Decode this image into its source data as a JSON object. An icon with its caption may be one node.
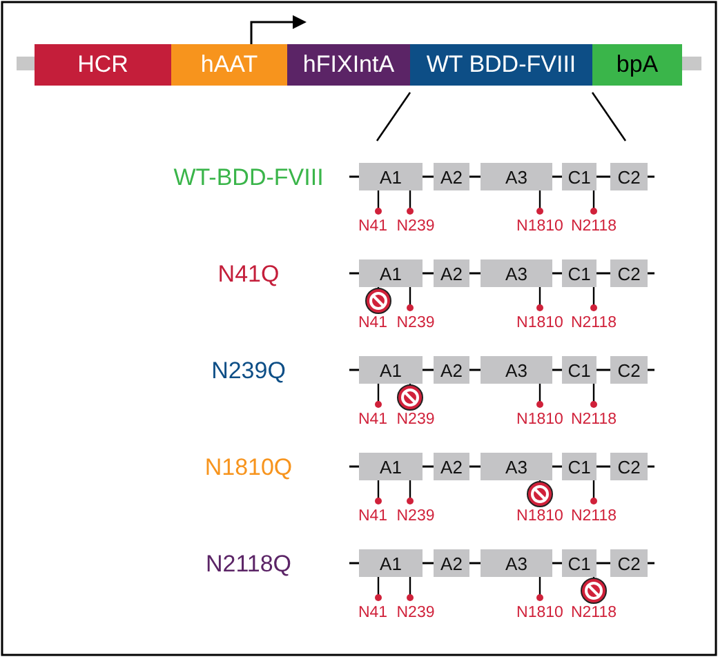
{
  "diagram": {
    "nodes": [
      {
        "text": [
          "HCR"
        ]
      },
      {
        "text": [
          "hAAT"
        ]
      },
      {
        "text": [
          "hFIXIntA"
        ]
      },
      {
        "text": [
          "WT BDD-FVIII"
        ]
      },
      {
        "text": [
          "bpA"
        ]
      },
      {
        "text": [
          "A1"
        ],
        "beside": [
          "N41",
          "N239"
        ]
      },
      {
        "text": [
          "A2"
        ]
      },
      {
        "text": [
          "A3"
        ],
        "beside": [
          "N1810"
        ]
      },
      {
        "text": [
          "C1"
        ],
        "beside": [
          "N2118"
        ]
      },
      {
        "text": [
          "C2"
        ]
      },
      {
        "text": [
          "A1"
        ],
        "beside": [
          "N41",
          "N239"
        ]
      },
      {
        "text": [
          "A2"
        ]
      },
      {
        "text": [
          "A3"
        ],
        "beside": [
          "N1810"
        ]
      },
      {
        "text": [
          "C1"
        ],
        "beside": [
          "N2118"
        ]
      },
      {
        "text": [
          "C2"
        ]
      },
      {
        "text": [
          "A1"
        ],
        "beside": [
          "N41",
          "N239"
        ]
      },
      {
        "text": [
          "A2"
        ]
      },
      {
        "text": [
          "A3"
        ],
        "beside": [
          "N1810"
        ]
      },
      {
        "text": [
          "C1"
        ],
        "beside": [
          "N2118"
        ]
      },
      {
        "text": [
          "C2"
        ]
      },
      {
        "text": [
          "A1"
        ],
        "beside": [
          "N41",
          "N239"
        ]
      },
      {
        "text": [
          "A2"
        ]
      },
      {
        "text": [
          "A3"
        ],
        "beside": [
          "N1810"
        ]
      },
      {
        "text": [
          "C1"
        ],
        "beside": [
          "N2118"
        ]
      },
      {
        "text": [
          "C2"
        ]
      },
      {
        "text": [
          "A1"
        ],
        "beside": [
          "N41",
          "N239"
        ]
      },
      {
        "text": [
          "A2"
        ]
      },
      {
        "text": [
          "A3"
        ],
        "beside": [
          "N1810"
        ]
      },
      {
        "text": [
          "C1"
        ],
        "beside": [
          "N2118"
        ]
      },
      {
        "text": [
          "C2"
        ]
      }
    ],
    "edges": [
      {
        "from": null,
        "to": 5,
        "arrow": "none"
      },
      {
        "from": 5,
        "to": 6,
        "arrow": "none"
      },
      {
        "from": 6,
        "to": 7,
        "arrow": "none"
      },
      {
        "from": 7,
        "to": 8,
        "arrow": "none"
      },
      {
        "from": 8,
        "to": 9,
        "arrow": "none"
      },
      {
        "from": 9,
        "to": null,
        "arrow": "none"
      },
      {
        "from": null,
        "to": 10,
        "arrow": "none"
      },
      {
        "from": 10,
        "to": 11,
        "arrow": "none"
      },
      {
        "from": 11,
        "to": 12,
        "arrow": "none"
      },
      {
        "from": 12,
        "to": 13,
        "arrow": "none"
      },
      {
        "from": 13,
        "to": 14,
        "arrow": "none"
      },
      {
        "from": 14,
        "to": null,
        "arrow": "none"
      },
      {
        "from": null,
        "to": 15,
        "arrow": "none"
      },
      {
        "from": 15,
        "to": 16,
        "arrow": "none"
      },
      {
        "from": 16,
        "to": 17,
        "arrow": "none"
      },
      {
        "from": 17,
        "to": 18,
        "arrow": "none"
      },
      {
        "from": 18,
        "to": 19,
        "arrow": "none"
      },
      {
        "from": 19,
        "to": null,
        "arrow": "none"
      },
      {
        "from": null,
        "to": 20,
        "arrow": "none"
      },
      {
        "from": 20,
        "to": 21,
        "arrow": "none"
      },
      {
        "from": 21,
        "to": 22,
        "arrow": "none"
      },
      {
        "from": 22,
        "to": 23,
        "arrow": "none"
      },
      {
        "from": 23,
        "to": 24,
        "arrow": "none"
      },
      {
        "from": 24,
        "to": null,
        "arrow": "none"
      },
      {
        "from": null,
        "to": 25,
        "arrow": "none"
      },
      {
        "from": 25,
        "to": 26,
        "arrow": "none"
      },
      {
        "from": 26,
        "to": 27,
        "arrow": "none"
      },
      {
        "from": 27,
        "to": 28,
        "arrow": "none"
      },
      {
        "from": 28,
        "to": 29,
        "arrow": "none"
      },
      {
        "from": 29,
        "to": null,
        "arrow": "none"
      }
    ],
    "labels": [
      "WT-BDD-FVIII",
      "N41Q",
      "N239Q",
      "N1810Q",
      "N2118Q"
    ]
  }
}
